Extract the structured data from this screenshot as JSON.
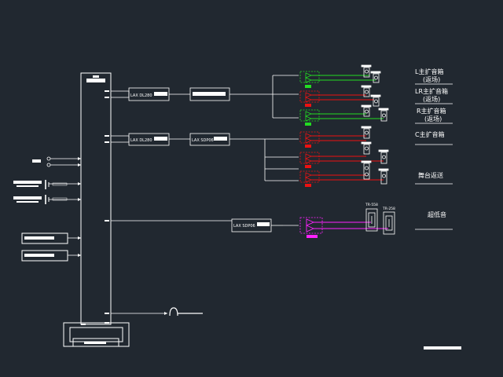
{
  "colors": {
    "background": "#212830",
    "wire": "#ffffff",
    "green": "#22dd22",
    "red": "#ee1111",
    "magenta": "#ff22ff"
  },
  "amplifiers": {
    "amp1": "LAX DL280",
    "amp2": "LAX DL280",
    "amp3": "LAX SDP06",
    "amp4": "LAX SDP06"
  },
  "speaker_models": {
    "left": "TR-558",
    "right": "TR-258"
  },
  "zone_labels": {
    "l_main_line1": "L主扩音箱",
    "l_main_line2": "(返场)",
    "lr_main_line1": "LR主扩音箱",
    "lr_main_line2": "(返场)",
    "r_main_line1": "R主扩音箱",
    "r_main_line2": "(返场)",
    "c_main": "C主扩音箱",
    "stage_return": "舞台返送",
    "subwoofer": "超低音"
  }
}
